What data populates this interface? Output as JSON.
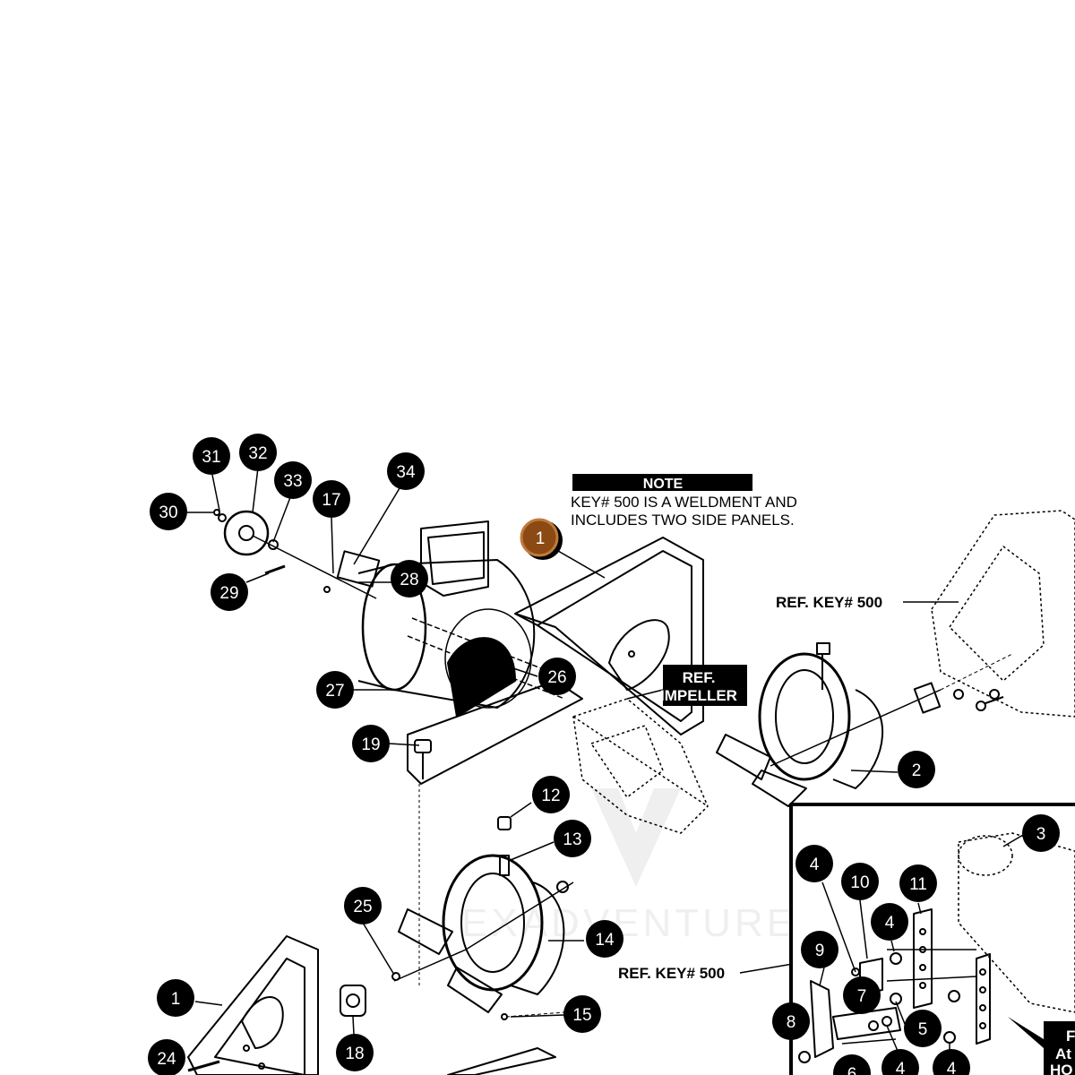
{
  "note": {
    "heading": "NOTE",
    "line1": "KEY# 500 IS A WELDMENT AND",
    "line2": "INCLUDES TWO SIDE PANELS."
  },
  "ref_labels": {
    "ref_key_top": "REF. KEY# 500",
    "ref_key_bottom": "REF. KEY# 500",
    "ref_impeller_1": "REF.",
    "ref_impeller_2": "IMPELLER"
  },
  "watermark": "EXADVENTURE",
  "corner_box_fragment": {
    "line1": "F",
    "line2": "At",
    "line3": "HO"
  },
  "callouts": {
    "c31": "31",
    "c32": "32",
    "c33": "33",
    "c30": "30",
    "c17": "17",
    "c34": "34",
    "c29": "29",
    "c28": "28",
    "c1_highlight": "1",
    "c26": "26",
    "c27": "27",
    "c19": "19",
    "c2": "2",
    "c12": "12",
    "c13": "13",
    "c3": "3",
    "c4a": "4",
    "c10": "10",
    "c11": "11",
    "c4b": "4",
    "c9": "9",
    "c7": "7",
    "c25": "25",
    "c14": "14",
    "c1_bottom": "1",
    "c15": "15",
    "c18": "18",
    "c24": "24",
    "c8": "8",
    "c5": "5",
    "c6": "6",
    "c4c": "4",
    "c4d": "4"
  },
  "colors": {
    "callout_fill": "#000000",
    "highlight_fill": "#8b4a14",
    "line": "#000000"
  }
}
